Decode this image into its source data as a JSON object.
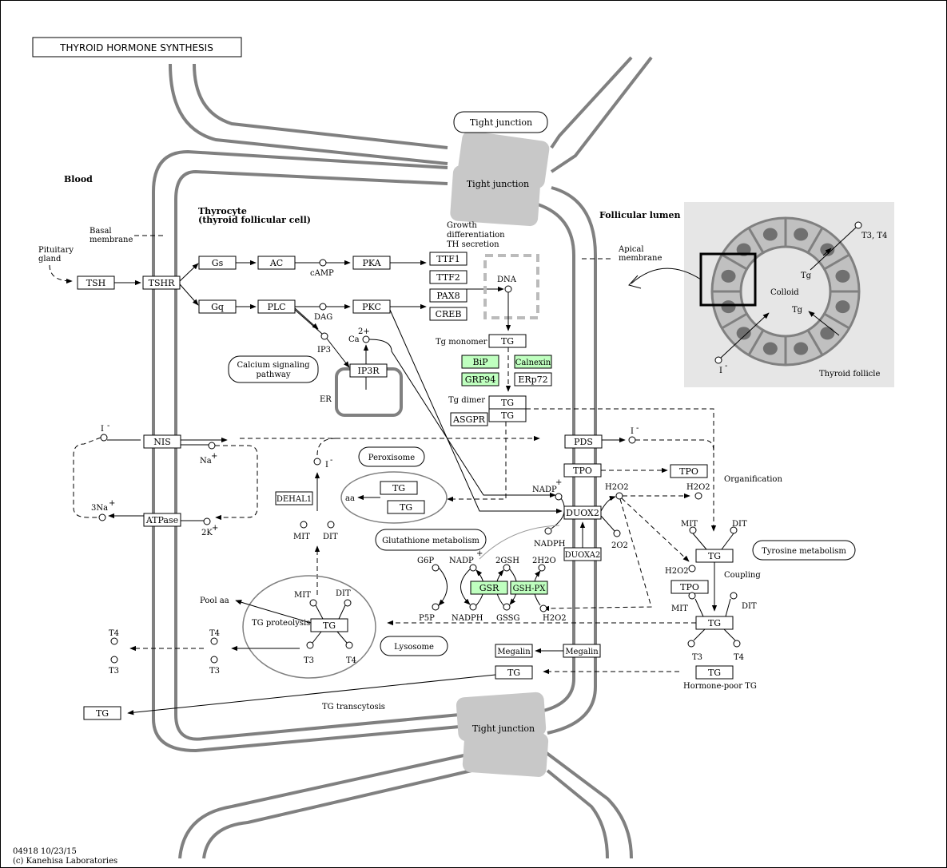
{
  "title": "THYROID HORMONE SYNTHESIS",
  "regions": {
    "blood": "Blood",
    "thyrocyte_1": "Thyrocyte",
    "thyrocyte_2": "(thyroid follicular cell)",
    "basal_1": "Basal",
    "basal_2": "membrane",
    "apical_1": "Apical",
    "apical_2": "membrane",
    "lumen": "Follicular lumen",
    "pituitary_1": "Pituitary",
    "pituitary_2": "gland",
    "er": "ER"
  },
  "tight_junction": "Tight junction",
  "genes": {
    "tsh": "TSH",
    "tshr": "TSHR",
    "gs": "Gs",
    "gq": "Gq",
    "ac": "AC",
    "plc": "PLC",
    "pka": "PKA",
    "pkc": "PKC",
    "ttf1": "TTF1",
    "ttf2": "TTF2",
    "pax8": "PAX8",
    "creb": "CREB",
    "ip3r": "IP3R",
    "tg": "TG",
    "bip": "BiP",
    "calnexin": "Calnexin",
    "grp94": "GRP94",
    "erp72": "ERp72",
    "asgpr": "ASGPR",
    "nis": "NIS",
    "atpase": "ATPase",
    "pds": "PDS",
    "tpo": "TPO",
    "duox2": "DUOX2",
    "duoxa2": "DUOXA2",
    "dehal1": "DEHAL1",
    "gsr": "GSR",
    "gshpx": "GSH-PX",
    "megalin": "Megalin"
  },
  "compounds": {
    "camp": "cAMP",
    "dag": "DAG",
    "ip3": "IP3",
    "ca": "Ca",
    "ca_charge": "2+",
    "dna": "DNA",
    "iodide": "I",
    "minus": "-",
    "na": "Na",
    "plus": "+",
    "na3": "3Na",
    "k2": "2K",
    "nadp": "NADP",
    "nadph": "NADPH",
    "h2o2": "H2O2",
    "o2": "2O2",
    "mit": "MIT",
    "dit": "DIT",
    "t3": "T3",
    "t4": "T4",
    "aa": "aa",
    "pool_aa": "Pool aa",
    "g6p": "G6P",
    "p5p": "P5P",
    "gsh2": "2GSH",
    "gssg": "GSSG",
    "h2o": "2H2O",
    "t3t4": "T3, T4"
  },
  "labels": {
    "growth_1": "Growth",
    "growth_2": "differentiation",
    "growth_3": "TH secretion",
    "tg_monomer": "Tg monomer",
    "tg_dimer": "Tg dimer",
    "organification": "Organification",
    "coupling": "Coupling",
    "hormone_poor": "Hormone-poor TG",
    "tg_proteolysis": "TG proteolysis",
    "tg_transcytosis": "TG transcytosis",
    "colloid": "Colloid",
    "thyroid_follicle": "Thyroid follicle",
    "tg_small": "Tg"
  },
  "pathways": {
    "calcium_1": "Calcium signaling",
    "calcium_2": "pathway",
    "peroxisome": "Peroxisome",
    "glutathione": "Glutathione metabolism",
    "lysosome": "Lysosome",
    "tyrosine": "Tyrosine metabolism"
  },
  "footer": {
    "id_date": "04918 10/23/15",
    "copyright": "(c) Kanehisa Laboratories"
  },
  "colors": {
    "highlight_gene": "#bfffbf",
    "membrane": "#808080",
    "tight_junction": "#c8c8c8",
    "inset_background": "#e6e6e6"
  }
}
